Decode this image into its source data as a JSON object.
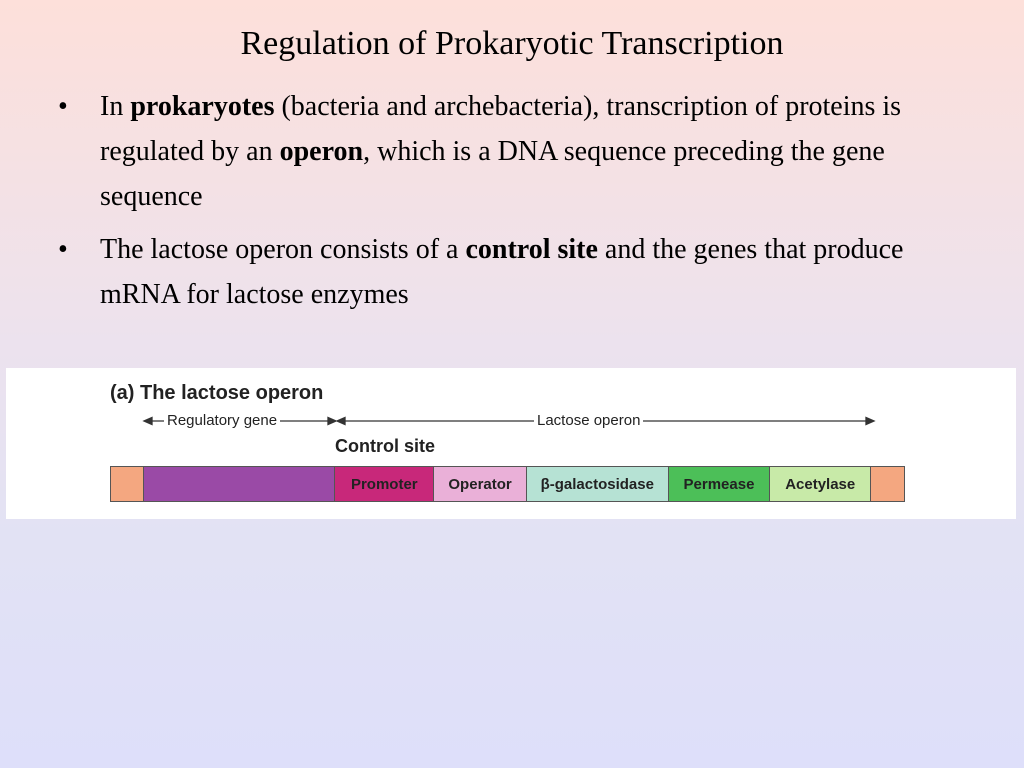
{
  "slide": {
    "title": "Regulation of Prokaryotic Transcription",
    "bullet_marker": "•",
    "bullets": [
      {
        "parts": [
          {
            "text": "In ",
            "bold": false
          },
          {
            "text": "prokaryotes",
            "bold": true
          },
          {
            "text": " (bacteria and archebacteria), transcription of proteins is regulated by an ",
            "bold": false
          },
          {
            "text": "operon",
            "bold": true
          },
          {
            "text": ", which is a DNA sequence preceding the gene sequence",
            "bold": false
          }
        ]
      },
      {
        "parts": [
          {
            "text": "The lactose operon consists of a ",
            "bold": false
          },
          {
            "text": "control site",
            "bold": true
          },
          {
            "text": " and the genes that produce mRNA for lactose enzymes",
            "bold": false
          }
        ]
      }
    ]
  },
  "figure": {
    "title": "(a) The lactose operon",
    "regulatory_label": "Regulatory gene",
    "operon_label": "Lactose operon",
    "control_label": "Control site",
    "segments": [
      {
        "label": "",
        "color": "#f4a780"
      },
      {
        "label": "",
        "color": "#9a4aa6"
      },
      {
        "label": "Promoter",
        "color": "#c8287a"
      },
      {
        "label": "Operator",
        "color": "#eab0d8"
      },
      {
        "label": "β-galactosidase",
        "color": "#b6e2d4"
      },
      {
        "label": "Permease",
        "color": "#4cbf58"
      },
      {
        "label": "Acetylase",
        "color": "#c8eaa8"
      },
      {
        "label": "",
        "color": "#f4a780"
      }
    ]
  }
}
